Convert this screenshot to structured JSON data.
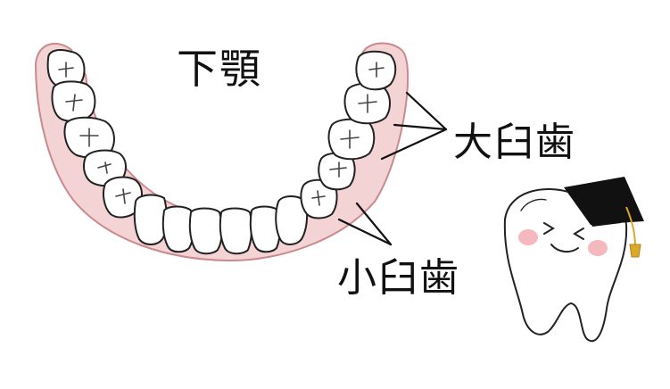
{
  "labels": {
    "title": "下顎",
    "molars": "大臼歯",
    "premolars": "小臼歯"
  },
  "colors": {
    "gum_fill": "#f3d3d3",
    "gum_stroke": "#c98a8f",
    "tooth_fill": "#ffffff",
    "outline": "#222222",
    "cheek": "#f6b8bf",
    "cap": "#111111",
    "tassel": "#d9a92b"
  },
  "icons": {
    "mascot": "tooth-mascot-icon",
    "cap": "graduation-cap-icon"
  }
}
